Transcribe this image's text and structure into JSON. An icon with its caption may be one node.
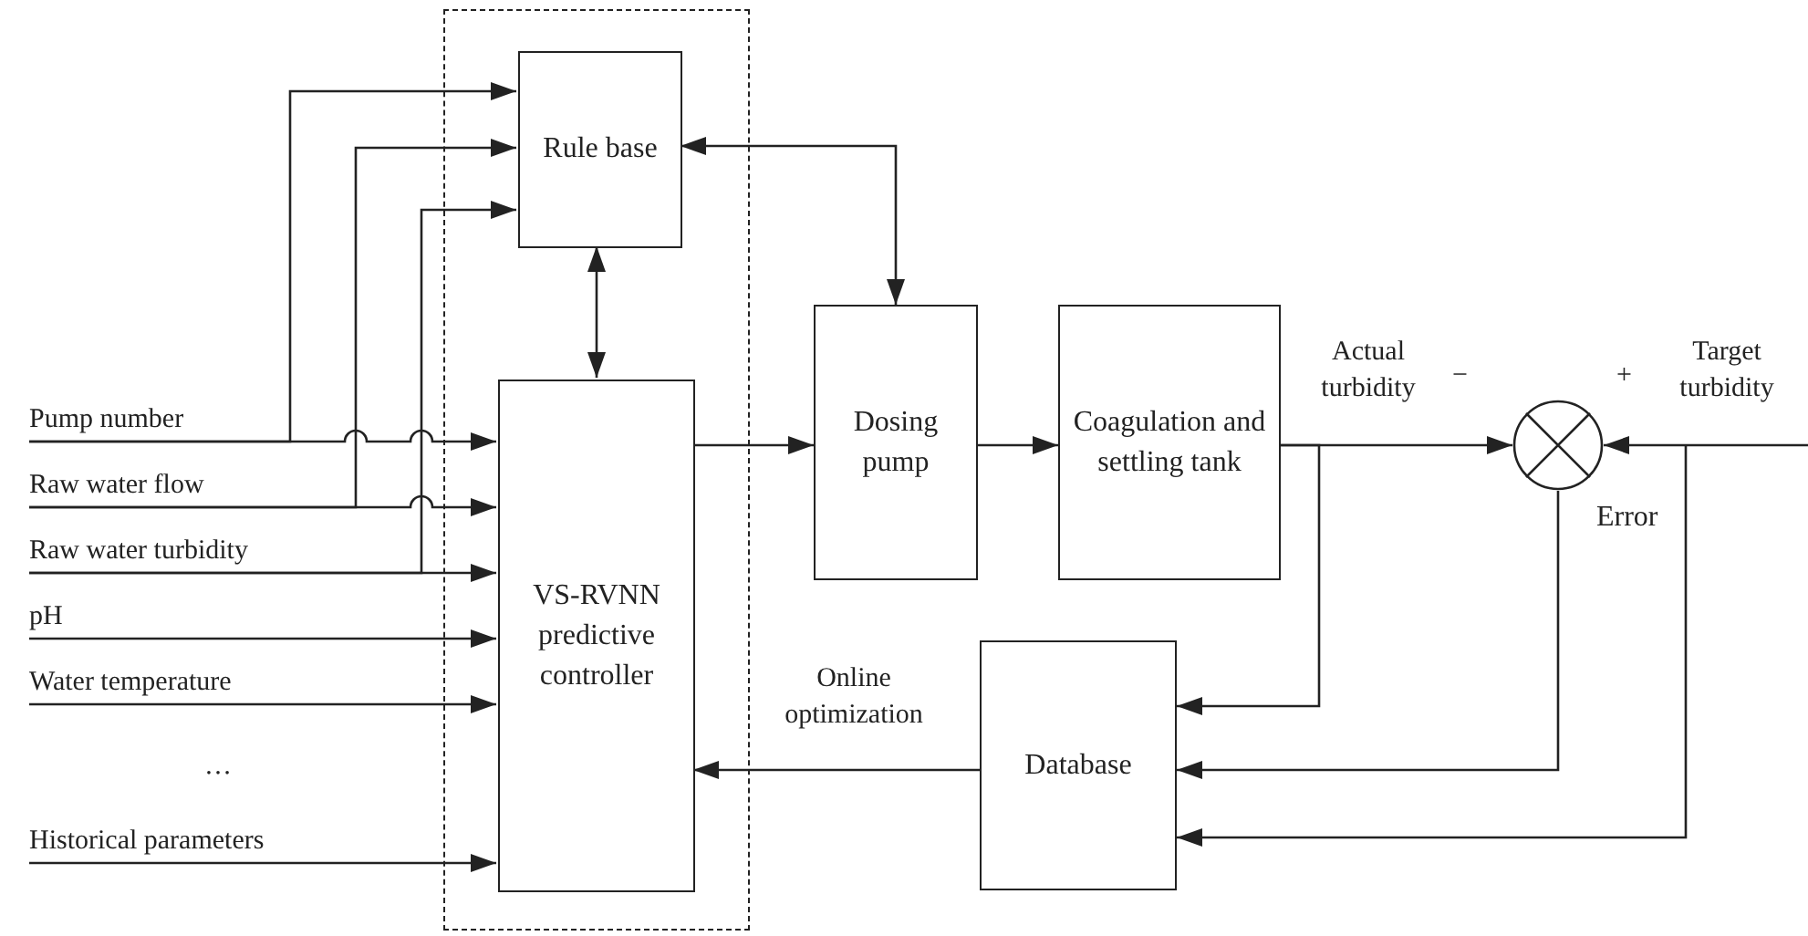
{
  "diagram": {
    "nodes": [
      {
        "text": [],
        "shape": "box"
      },
      {
        "text": [
          "Rule base"
        ],
        "in": 0
      },
      {
        "text": [
          "VS-RVNN predictive controller"
        ],
        "in": 0
      },
      {
        "text": [
          "Dosing pump"
        ]
      },
      {
        "text": [
          "Coagulation and settling tank"
        ]
      },
      {
        "text": [
          "Database"
        ]
      },
      {
        "text": [],
        "shape": "circle",
        "beside": [
          "Error"
        ]
      },
      {
        "text": [
          "Pump number"
        ]
      },
      {
        "text": [
          "Raw water flow"
        ]
      },
      {
        "text": [
          "Raw water turbidity"
        ]
      },
      {
        "text": [
          "pH"
        ]
      },
      {
        "text": [
          "Water temperature"
        ]
      },
      {
        "text": [
          "Historical parameters"
        ]
      }
    ],
    "edges": [
      {
        "from": 7,
        "to": 2,
        "arrow": "to"
      },
      {
        "from": 7,
        "to": 1,
        "arrow": "to"
      },
      {
        "from": 8,
        "to": 2,
        "arrow": "to"
      },
      {
        "from": 8,
        "to": 1,
        "arrow": "to"
      },
      {
        "from": 9,
        "to": 2,
        "arrow": "to"
      },
      {
        "from": 9,
        "to": 1,
        "arrow": "to"
      },
      {
        "from": 10,
        "to": 2,
        "arrow": "to"
      },
      {
        "from": 11,
        "to": 2,
        "arrow": "to"
      },
      {
        "from": 12,
        "to": 2,
        "arrow": "to"
      },
      {
        "from": 1,
        "to": 2,
        "arrow": "both"
      },
      {
        "from": 1,
        "to": 3,
        "arrow": "both"
      },
      {
        "from": 2,
        "to": 3,
        "arrow": "to"
      },
      {
        "from": 3,
        "to": 4,
        "arrow": "to"
      },
      {
        "from": 4,
        "to": 6,
        "arrow": "to",
        "label": "Actual turbidity"
      },
      {
        "from": 4,
        "to": 5,
        "arrow": "to"
      },
      {
        "from": null,
        "to": 6,
        "arrow": "to",
        "label": "Target turbidity"
      },
      {
        "from": null,
        "to": 5,
        "arrow": "to"
      },
      {
        "from": 6,
        "to": 5,
        "arrow": "to"
      },
      {
        "from": 5,
        "to": 2,
        "arrow": "to",
        "label": "Online optimization"
      }
    ],
    "labels": [
      "…",
      "−",
      "+"
    ]
  }
}
